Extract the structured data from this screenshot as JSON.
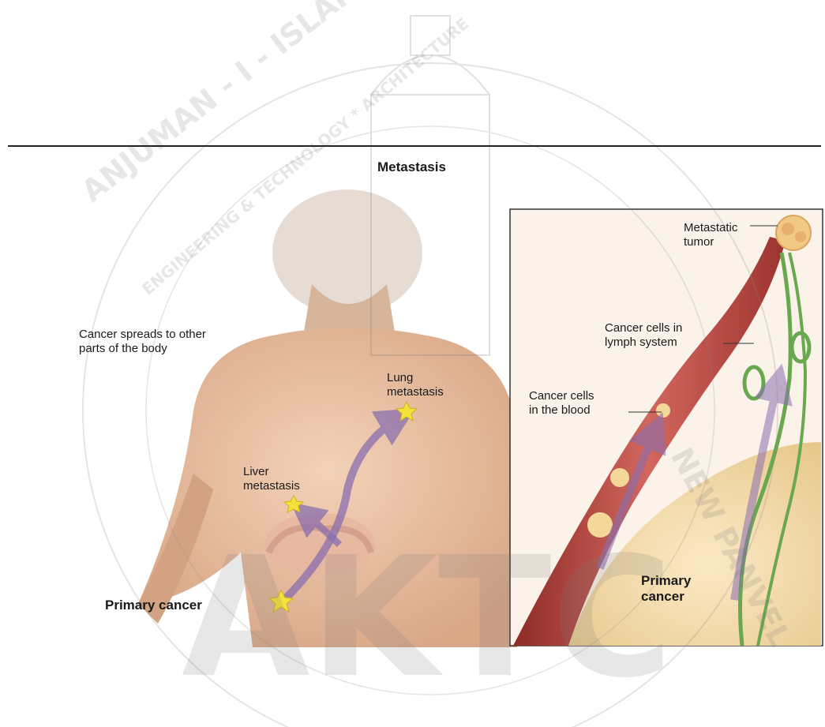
{
  "figure": {
    "title": "Metastasis",
    "labels": {
      "spreads": [
        "Cancer spreads to other",
        "parts of the body"
      ],
      "lung": [
        "Lung",
        "metastasis"
      ],
      "liver": [
        "Liver",
        "metastasis"
      ],
      "primary_left": "Primary cancer",
      "metastatic_tumor": [
        "Metastatic",
        "tumor"
      ],
      "lymph": [
        "Cancer cells in",
        "lymph system"
      ],
      "blood": [
        "Cancer cells",
        "in the blood"
      ],
      "primary_right": [
        "Primary",
        "cancer"
      ]
    }
  },
  "watermark": {
    "arc_text": "ANJUMAN - I - ISLAM'S KALSEKAR TECHNICAL CAMPUS",
    "inner_text": "ENGINEERING & TECHNOLOGY * ARCHITECTURE",
    "right_text": "NEW PANVEL",
    "monogram": "AKTC"
  },
  "colors": {
    "arrow": "#8a6fb0",
    "skin": "#e9c2a4",
    "vessel_red": "#b8423c",
    "lymph_green": "#6aa84f",
    "tissue": "#f1d7a0"
  }
}
